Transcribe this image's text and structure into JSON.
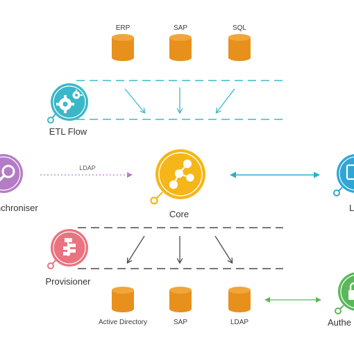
{
  "sources": [
    {
      "label": "ERP",
      "icon": "database-icon"
    },
    {
      "label": "SAP",
      "icon": "database-icon"
    },
    {
      "label": "SQL",
      "icon": "database-icon"
    }
  ],
  "targets": [
    {
      "label": "Active Directory",
      "icon": "database-icon"
    },
    {
      "label": "SAP",
      "icon": "database-icon"
    },
    {
      "label": "LDAP",
      "icon": "database-icon"
    }
  ],
  "nodes": {
    "etl": {
      "label": "ETL Flow",
      "icon": "gears-icon",
      "color": "#3bb8c8"
    },
    "core": {
      "label": "Core",
      "icon": "network-icon",
      "color": "#f5b619"
    },
    "synchroniser": {
      "label": "nchroniser",
      "icon": "search-icon",
      "color": "#b57cc6"
    },
    "provisioner": {
      "label": "Provisioner",
      "icon": "org-chart-icon",
      "color": "#ea7380"
    },
    "right_top": {
      "label": "L",
      "icon": "window-icon",
      "color": "#2fa6d6"
    },
    "authentication": {
      "label": "Authe",
      "icon": "lock-icon",
      "color": "#5ab85a"
    }
  },
  "links": {
    "sync_to_core": {
      "label": "LDAP",
      "color": "#b57cc6"
    },
    "core_to_right": {
      "color": "#2aaed0"
    },
    "ldap_to_auth": {
      "color": "#5ab85a"
    }
  },
  "colors": {
    "database": "#e8901c",
    "teal_dash": "#3bb8c8",
    "gray_dash": "#4a4a4a"
  }
}
